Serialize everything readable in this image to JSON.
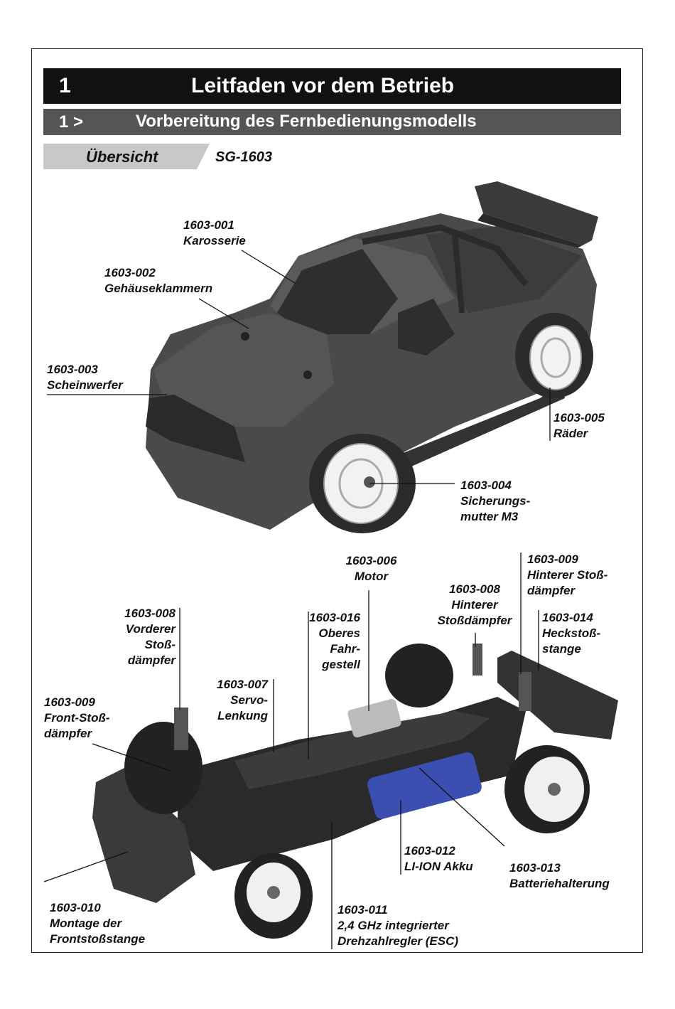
{
  "header": {
    "number": "1",
    "title": "Leitfaden vor dem Betrieb"
  },
  "subheader": {
    "number": "1 >",
    "title": "Vorbereitung des Fernbedienungsmodells"
  },
  "tab": {
    "label": "Übersicht",
    "model": "SG-1603"
  },
  "colors": {
    "header_bg": "#111111",
    "subheader_bg": "#555555",
    "tab_bg": "#c8c8c8",
    "battery": "#3a4fb0"
  },
  "body_parts": [
    {
      "code": "1603-001",
      "name": "Karosserie"
    },
    {
      "code": "1603-002",
      "name": "Gehäuseklammern"
    },
    {
      "code": "1603-003",
      "name": "Scheinwerfer"
    },
    {
      "code": "1603-005",
      "name": "Räder"
    },
    {
      "code": "1603-004",
      "name_line1": "Sicherungs-",
      "name_line2": "mutter M3"
    }
  ],
  "chassis_parts": {
    "motor": {
      "code": "1603-006",
      "name": "Motor"
    },
    "rear_shock_top": {
      "code": "1603-009",
      "line1": "Hinterer Stoß-",
      "line2": "dämpfer"
    },
    "rear_damper": {
      "code": "1603-008",
      "line1": "Hinterer",
      "line2": "Stoßdämpfer"
    },
    "rear_bumper": {
      "code": "1603-014",
      "line1": "Heckstoß-",
      "line2": "stange"
    },
    "front_damper": {
      "code": "1603-008",
      "line1": "Vorderer",
      "line2": "Stoß-",
      "line3": "dämpfer"
    },
    "upper_chassis": {
      "code": "1603-016",
      "line1": "Oberes",
      "line2": "Fahr-",
      "line3": "gestell"
    },
    "servo": {
      "code": "1603-007",
      "line1": "Servo-",
      "line2": "Lenkung"
    },
    "front_shock": {
      "code": "1603-009",
      "line1": "Front-Stoß-",
      "line2": "dämpfer"
    },
    "battery": {
      "code": "1603-012",
      "name": "LI-ION Akku"
    },
    "battery_holder": {
      "code": "1603-013",
      "name": "Batteriehalterung"
    },
    "front_bumper": {
      "code": "1603-010",
      "line1": "Montage der",
      "line2": "Frontstoßstange"
    },
    "esc": {
      "code": "1603-011",
      "line1": "2,4 GHz integrierter",
      "line2": "Drehzahlregler (ESC)"
    }
  }
}
